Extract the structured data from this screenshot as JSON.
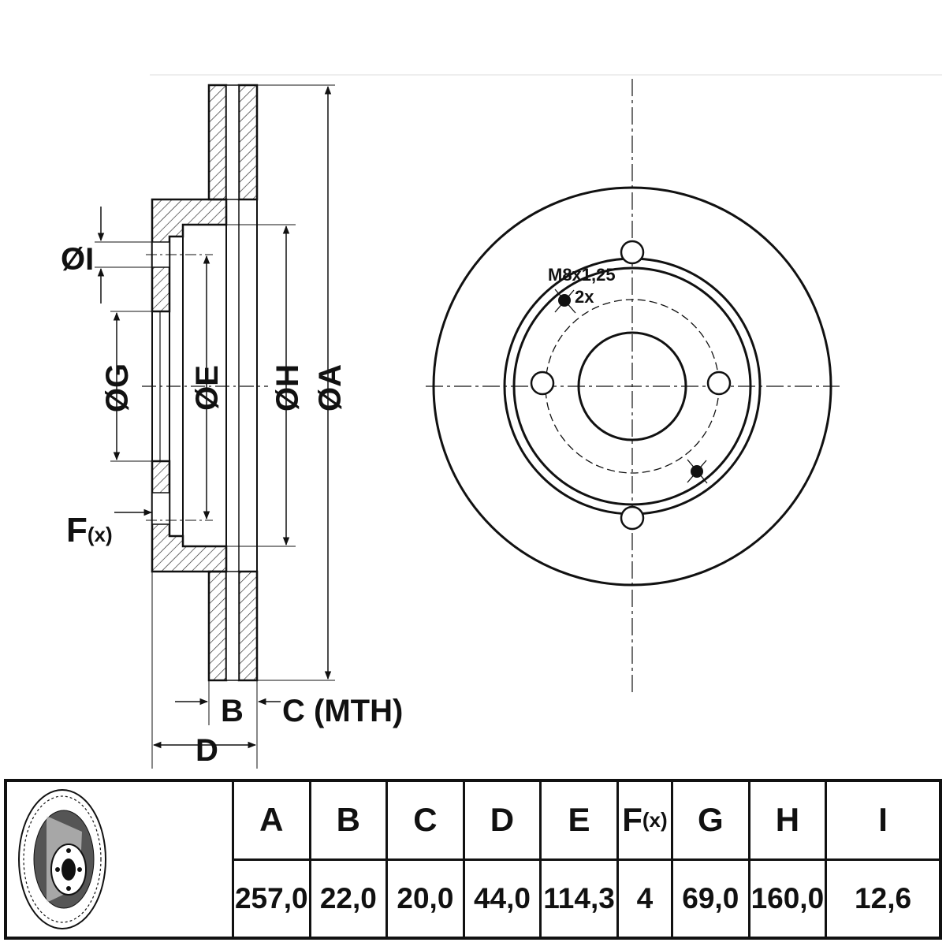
{
  "side_view": {
    "labels": {
      "dia_I": "ØI",
      "dia_G": "ØG",
      "dia_E": "ØE",
      "dia_H": "ØH",
      "dia_A": "ØA",
      "F": "F",
      "F_sub": "(x)",
      "B": "B",
      "C": "C (MTH)",
      "D": "D"
    }
  },
  "front_view": {
    "thread_label": "M8x1,25",
    "thread_count": "2x"
  },
  "spec_table": {
    "columns": [
      {
        "key": "A",
        "header": "A",
        "value": "257,0"
      },
      {
        "key": "B",
        "header": "B",
        "value": "22,0"
      },
      {
        "key": "C",
        "header": "C",
        "value": "20,0"
      },
      {
        "key": "D",
        "header": "D",
        "value": "44,0"
      },
      {
        "key": "E",
        "header": "E",
        "value": "114,3"
      },
      {
        "key": "F",
        "header": "F",
        "header_sub": "(x)",
        "value": "4"
      },
      {
        "key": "G",
        "header": "G",
        "value": "69,0"
      },
      {
        "key": "H",
        "header": "H",
        "value": "160,0"
      },
      {
        "key": "I",
        "header": "I",
        "value": "12,6"
      }
    ]
  }
}
